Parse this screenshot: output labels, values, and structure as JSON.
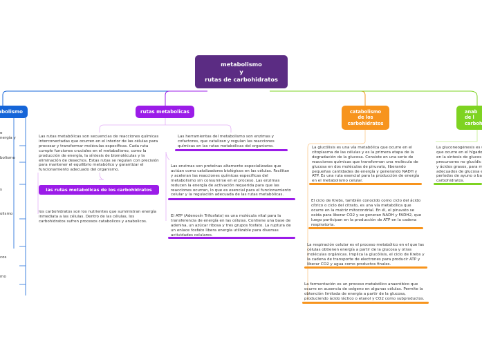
{
  "colors": {
    "root": "#5b2c83",
    "blue": "#1565d8",
    "purple": "#9b1ce8",
    "orange": "#f7941d",
    "green": "#7ed321"
  },
  "root": {
    "label": "metabolismo\ny\nrutas de carbohidratos"
  },
  "branches": {
    "left": {
      "label": "atabolismo"
    },
    "rutas": {
      "label": "rutas metabolicas"
    },
    "catabolismo": {
      "label": "catabolismo\nde los\ncarbohidratos"
    },
    "anabolismo": {
      "label": "anab\nde l\ncarboh"
    }
  },
  "left_fragments": [
    "e",
    "nergía y",
    "bolismo",
    "s",
    "olismo",
    "cos",
    "mo"
  ],
  "rutas_texts": {
    "def": "Las rutas metabólicas son secuencias de reacciones químicas interconectadas que ocurren en el interior de las células para procesar y transformar moléculas específicas. Cada ruta cumple funciones cruciales en el metabolismo, como la producción de energía, la síntesis de biomoléculas y la eliminación de desechos. Estas rutas se regulan con precisión para mantener el equilibrio metabólico y garantizar el funcionamiento adecuado del organismo.",
    "sub_label": "las rutas metabolicas de los carbohidratos",
    "carbs": "los carbohidratos son los nutrientes que suministran energía inmediata a las células. Dentro de las células, los carbohidratos sufren procesos catabolicos y anabolicos.",
    "tools": "Las herramientas del metabolismo son enzimas y cofactores, que catalizan y regulan las reacciones químicas en las rutas metabólicas del organismo.",
    "enzymes": "Las enzimas son proteínas altamente especializadas que actúan como catalizadores biológicos en las células. Facilitan y aceleran las reacciones químicas específicas del metabolismo sin consumirse en el proceso. Las enzimas reducen la energía de activación requerida para que las reacciones ocurran, lo que es esencial para el funcionamiento celular y la regulación adecuada de las rutas metabólicas.",
    "atp": "El ATP (Adenosín Trifosfato) es una molécula vital para la transferencia de energía en las células. Contiene una base de adenina, un azúcar ribosa y tres grupos fosfato. La ruptura de un enlace fosfato libera energía utilizable para diversas actividades celulares."
  },
  "catabolismo_texts": {
    "glucolisis": "La glucólisis es una vía metabólica que ocurre en el citoplasma de las células y es la primera etapa de la degradación de la glucosa. Consiste en una serie de reacciones químicas que transforman una molécula de glucosa en dos moléculas de piruvato, liberando pequeñas cantidades de energía y generando NADH y ATP. Es una ruta esencial para la producción de energía en el metabolismo celular.",
    "krebs": "El ciclo de Krebs, también conocido como ciclo del ácido cítrico o ciclo del citrato, es una vía metabólica que ocurre en la matriz mitocondrial. En él, el piruvato se oxida para liberar CO2 y se generan NADH y FADH2, que luego participan en la producción de ATP en la cadena respiratoria.",
    "respiracion": "La respiración celular es el proceso metabólico en el que las células obtienen energía a partir de la glucosa y otras moléculas orgánicas. Implica la glucólisis, el ciclo de Krebs y la cadena de transporte de electrones para producir ATP y liberar CO2 y agua como productos finales.",
    "fermentacion": "La fermentación es un proceso metabólico anaeróbico que ocurre en ausencia de oxígeno en algunas células. Permite la obtención limitada de energía a partir de la glucosa, produciendo ácido láctico o etanol y CO2 como subproductos."
  },
  "anabolismo_texts": {
    "gluconeo": "La gluconeogénesis es u\nque ocurre en el hígado\nen la síntesis de glucos\nprecursores no glucídic\ny ácidos grasos, para m\nadecuados de glucosa e\nperíodos de ayuno o ba\ncarbohidratos."
  }
}
